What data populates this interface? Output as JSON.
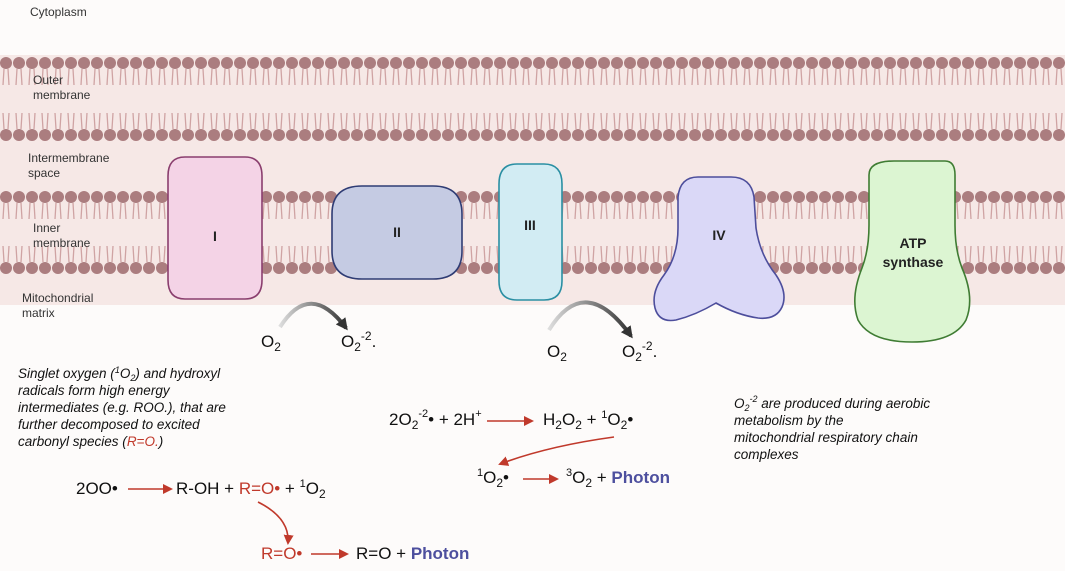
{
  "regions": {
    "cytoplasm": "Cytoplasm",
    "outer_membrane": [
      "Outer",
      "membrane"
    ],
    "intermembrane_space": [
      "Intermembrane",
      "space"
    ],
    "inner_membrane": [
      "Inner",
      "membrane"
    ],
    "matrix": [
      "Mitochondrial",
      "matrix"
    ]
  },
  "complexes": {
    "c1": "I",
    "c2": "II",
    "c3": "III",
    "c4": "IV",
    "atp": [
      "ATP",
      "synthase"
    ]
  },
  "reactions": {
    "o2": "O",
    "o2_sub": "2",
    "o2_minus": "O",
    "o2_minus_sub": "2",
    "o2_minus_sup": "-2",
    "o2_minus_dot": ".",
    "eq1_left": "2O",
    "eq1_left_sub": "2",
    "eq1_left_sup": "-2",
    "eq1_left_rest": "• + 2H",
    "eq1_left_plus": "+",
    "eq1_right": "H",
    "eq1_right_sub": "2",
    "eq1_right_o": "O",
    "eq1_right_sub2": "2",
    "eq1_right_plus": " + ",
    "eq1_right_sup": "1",
    "eq1_right_o2": "O",
    "eq1_right_sub3": "2",
    "eq1_right_dot": "•",
    "eq2_sup": "1",
    "eq2_o": "O",
    "eq2_sub": "2",
    "eq2_dot": "•",
    "eq2_sup2": "3",
    "eq2_o2": "O",
    "eq2_sub2": "2",
    "eq2_plus": " + ",
    "photon": "Photon",
    "eq3_left": "2OO•",
    "eq3_mid": "R-OH + ",
    "eq3_red": "R=O•",
    "eq3_plus": " + ",
    "eq3_sup": "1",
    "eq3_o": "O",
    "eq3_sub": "2",
    "eq4_red": "R=O•",
    "eq4_right": "R=O + "
  },
  "notes": {
    "singlet_1a": "Singlet oxygen (",
    "singlet_1_sup": "1",
    "singlet_1b": "O",
    "singlet_1_sub": "2",
    "singlet_1c": ") and hydroxyl",
    "singlet_2": "radicals form high energy",
    "singlet_3": "intermediates (e.g. ROO.), that are",
    "singlet_4": "further decomposed to excited",
    "singlet_5a": "carbonyl species (",
    "singlet_5_red": "R=O.",
    "singlet_5c": ")",
    "aerobic_1a": "O",
    "aerobic_1_sub": "2",
    "aerobic_1_sup": "-2",
    "aerobic_1b": " are produced during aerobic",
    "aerobic_2": "metabolism by the",
    "aerobic_3": "mitochondrial respiratory chain",
    "aerobic_4": "complexes"
  },
  "colors": {
    "lipid_head": "#ab7d7f",
    "lipid_tail": "#cfa3a3",
    "band": "#f6e8e6",
    "arrow_red": "#c0392b",
    "photon": "#4d4f9e",
    "complex_I": "#f4d3e6",
    "complex_II": "#c5cbe3",
    "complex_III": "#d2ecf3",
    "complex_IV": "#dad8f7",
    "atp_synthase": "#dcf5d2"
  },
  "icons": [
    "curved-arrow-icon",
    "reaction-arrow-icon",
    "lipid-bilayer-icon"
  ]
}
